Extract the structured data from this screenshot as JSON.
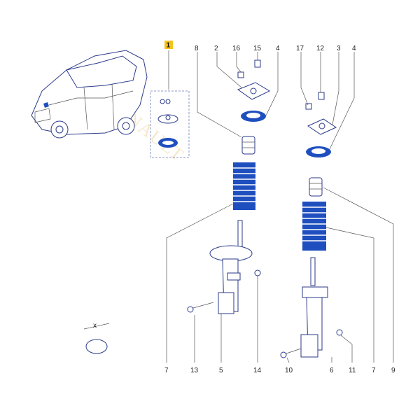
{
  "labels": {
    "main_assembly": "1",
    "left_top": [
      "8",
      "2",
      "16",
      "15",
      "4"
    ],
    "right_top": [
      "17",
      "12",
      "3",
      "4"
    ],
    "bottom_left": [
      "7",
      "13",
      "5",
      "14"
    ],
    "bottom_right": [
      "10",
      "6",
      "11",
      "7",
      "9"
    ]
  },
  "watermark": "RENAULT",
  "colors": {
    "accent": "#1f4fbf",
    "highlight": "#f6c21c",
    "line": "#2b3a8a"
  }
}
